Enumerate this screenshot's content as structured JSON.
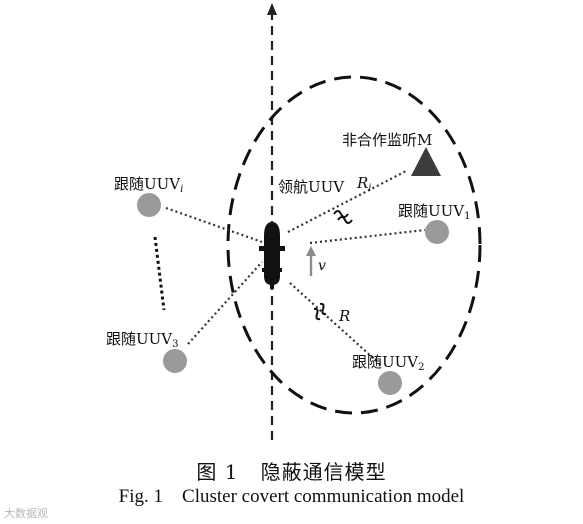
{
  "labels": {
    "follower_i": "跟随UUV",
    "follower_i_sub": "i",
    "leader": "领航UUV",
    "noncoop": "非合作监听M",
    "follower_1": "跟随UUV",
    "follower_1_sub": "1",
    "follower_3": "跟随UUV",
    "follower_3_sub": "3",
    "follower_2": "跟随UUV",
    "follower_2_sub": "2",
    "ri": "R",
    "ri_sub": "i",
    "r": "R",
    "v": "v"
  },
  "caption": {
    "cn": "图 1   隐蔽通信模型",
    "en": "Fig. 1    Cluster covert communication model"
  },
  "watermark": "大数据观",
  "colors": {
    "node_gray": "#9a9a9a",
    "triangle": "#3c3c3c",
    "arrow_gray": "#8a8a8a",
    "ink": "#111111"
  }
}
